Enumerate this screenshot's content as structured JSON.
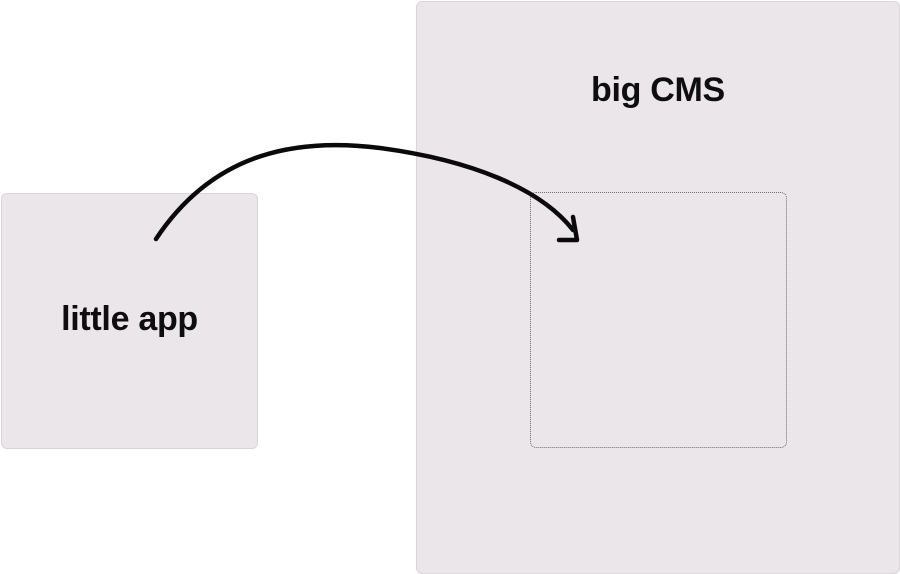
{
  "boxes": {
    "little": {
      "label": "little app"
    },
    "big": {
      "label": "big CMS"
    }
  },
  "colors": {
    "box_fill": "#ebe6ea",
    "box_border": "#d9d6da",
    "text": "#0e0e10",
    "arrow": "#0a0a0a",
    "slot_border": "#6f6d72"
  },
  "connector": {
    "from": "little app",
    "to": "big CMS"
  }
}
